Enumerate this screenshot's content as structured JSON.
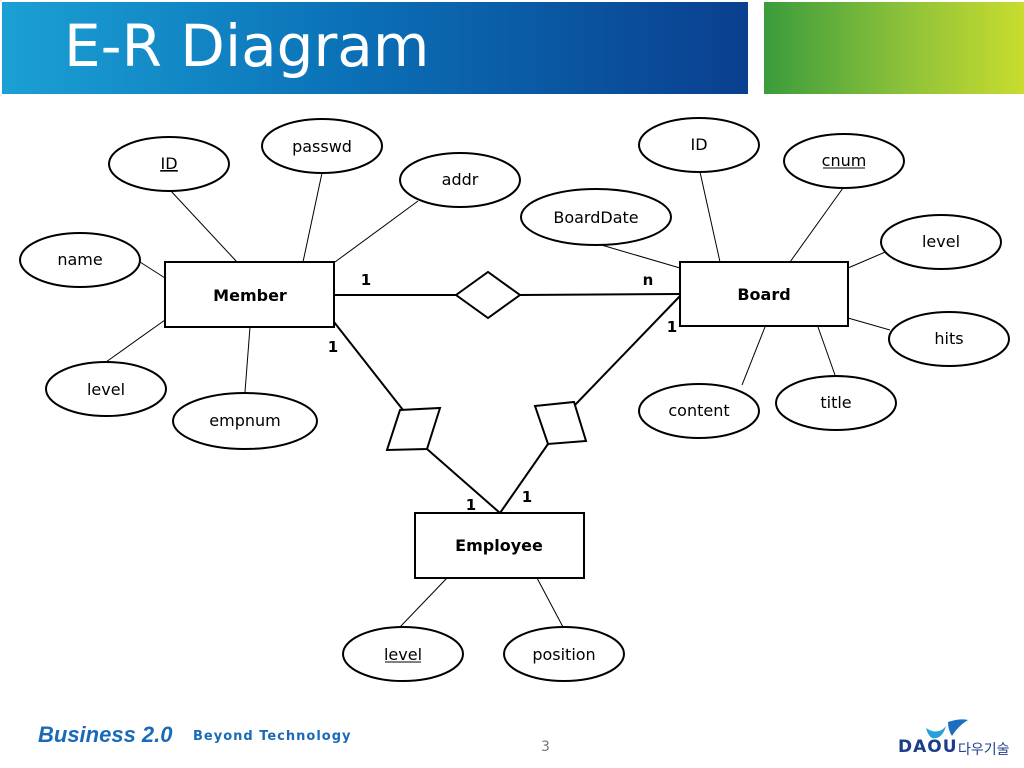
{
  "title": "E-R Diagram",
  "page_number": "3",
  "footer": {
    "brand": "Business 2.0",
    "tagline": "Beyond Technology",
    "logo_text": "DAOU",
    "logo_korean": "다우기술"
  },
  "entities": {
    "member": "Member",
    "board": "Board",
    "employee": "Employee"
  },
  "member_attrs": {
    "id": "ID",
    "passwd": "passwd",
    "addr": "addr",
    "name": "name",
    "level": "level",
    "empnum": "empnum"
  },
  "board_attrs": {
    "id": "ID",
    "cnum": "cnum",
    "boarddate": "BoardDate",
    "level": "level",
    "hits": "hits",
    "title": "title",
    "content": "content"
  },
  "employee_attrs": {
    "level": "level",
    "position": "position"
  },
  "cardinalities": {
    "member_board_member": "1",
    "member_board_board": "n",
    "member_employee_member": "1",
    "member_employee_employee": "1",
    "board_employee_board": "1",
    "board_employee_employee": "1"
  },
  "colors": {
    "header_blue": "#0b72b8",
    "header_green": "#8fc23a",
    "brand_blue": "#1a6ab8"
  }
}
